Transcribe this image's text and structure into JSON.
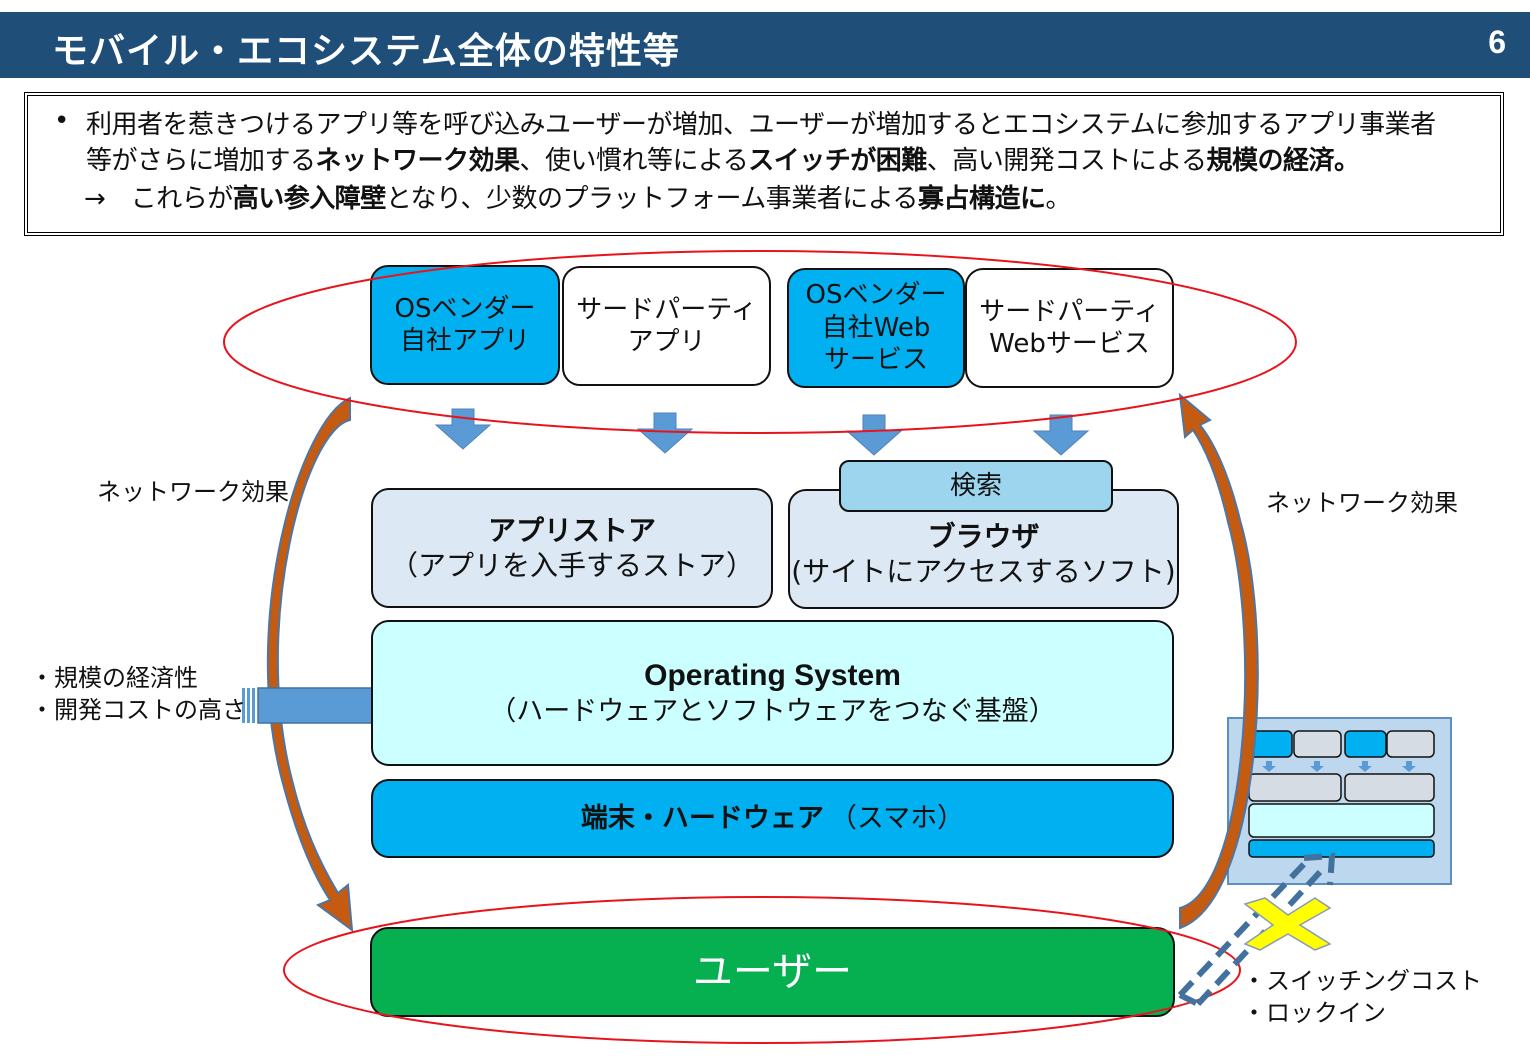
{
  "header": {
    "title": "モバイル・エコシステム全体の特性等",
    "page_number": "6"
  },
  "summary": {
    "bullet": "•",
    "line1": "利用者を惹きつけるアプリ等を呼び込みユーザーが増加、ユーザーが増加するとエコシステムに参加するアプリ事業者",
    "line2": [
      {
        "text": "等がさらに増加する",
        "bold": false
      },
      {
        "text": "ネットワーク効果",
        "bold": true
      },
      {
        "text": "、使い慣れ等による",
        "bold": false
      },
      {
        "text": "スイッチが困難",
        "bold": true
      },
      {
        "text": "、高い開発コストによる",
        "bold": false
      },
      {
        "text": "規模の経済。",
        "bold": true
      }
    ],
    "line3": [
      {
        "text": "→　これらが",
        "bold": false
      },
      {
        "text": "高い参入障壁",
        "bold": true
      },
      {
        "text": "となり、少数のプラットフォーム事業者による",
        "bold": false
      },
      {
        "text": "寡占構造に",
        "bold": true
      },
      {
        "text": "。",
        "bold": false
      }
    ]
  },
  "diagram": {
    "top_boxes": [
      {
        "line1": "OSベンダー",
        "line2": "自社アプリ",
        "line3": "",
        "color": "#00b0f0"
      },
      {
        "line1": "サードパーティ",
        "line2": "アプリ",
        "line3": "",
        "color": "#ffffff"
      },
      {
        "line1": "OSベンダー",
        "line2": "自社Web",
        "line3": "サービス",
        "color": "#00b0f0"
      },
      {
        "line1": "サードパーティ",
        "line2": "Webサービス",
        "line3": "",
        "color": "#ffffff"
      }
    ],
    "search_tab": "検索",
    "app_store": {
      "title": "アプリストア",
      "subtitle": "（アプリを入手するストア）"
    },
    "browser": {
      "title": "ブラウザ",
      "subtitle": "(サイトにアクセスするソフト)"
    },
    "os": {
      "title": "Operating System",
      "subtitle": "（ハードウェアとソフトウェアをつなぐ基盤）"
    },
    "hardware": {
      "title": "端末・ハードウェア",
      "subtitle": "（スマホ）"
    },
    "user": "ユーザー",
    "left_label": "ネットワーク効果",
    "right_label": "ネットワーク効果",
    "scale_labels": [
      "・規模の経済性",
      "・開発コストの高さ"
    ],
    "switch_labels": [
      "・スイッチングコスト",
      "・ロックイン"
    ]
  },
  "colors": {
    "header_bg": "#1f4e79",
    "cyan_box": "#00b0f0",
    "layer_box": "#dce9f5",
    "os_box": "#ccffff",
    "search_tab": "#9dd5ee",
    "user_box": "#06b050",
    "ellipse": "#e8141c",
    "curved_arrow": "#c55a11",
    "block_arrow": "#5b9bd5",
    "mini_bg": "#bdd7ee",
    "cross": "#ffff00",
    "dashed_arrow": "#41719c"
  }
}
